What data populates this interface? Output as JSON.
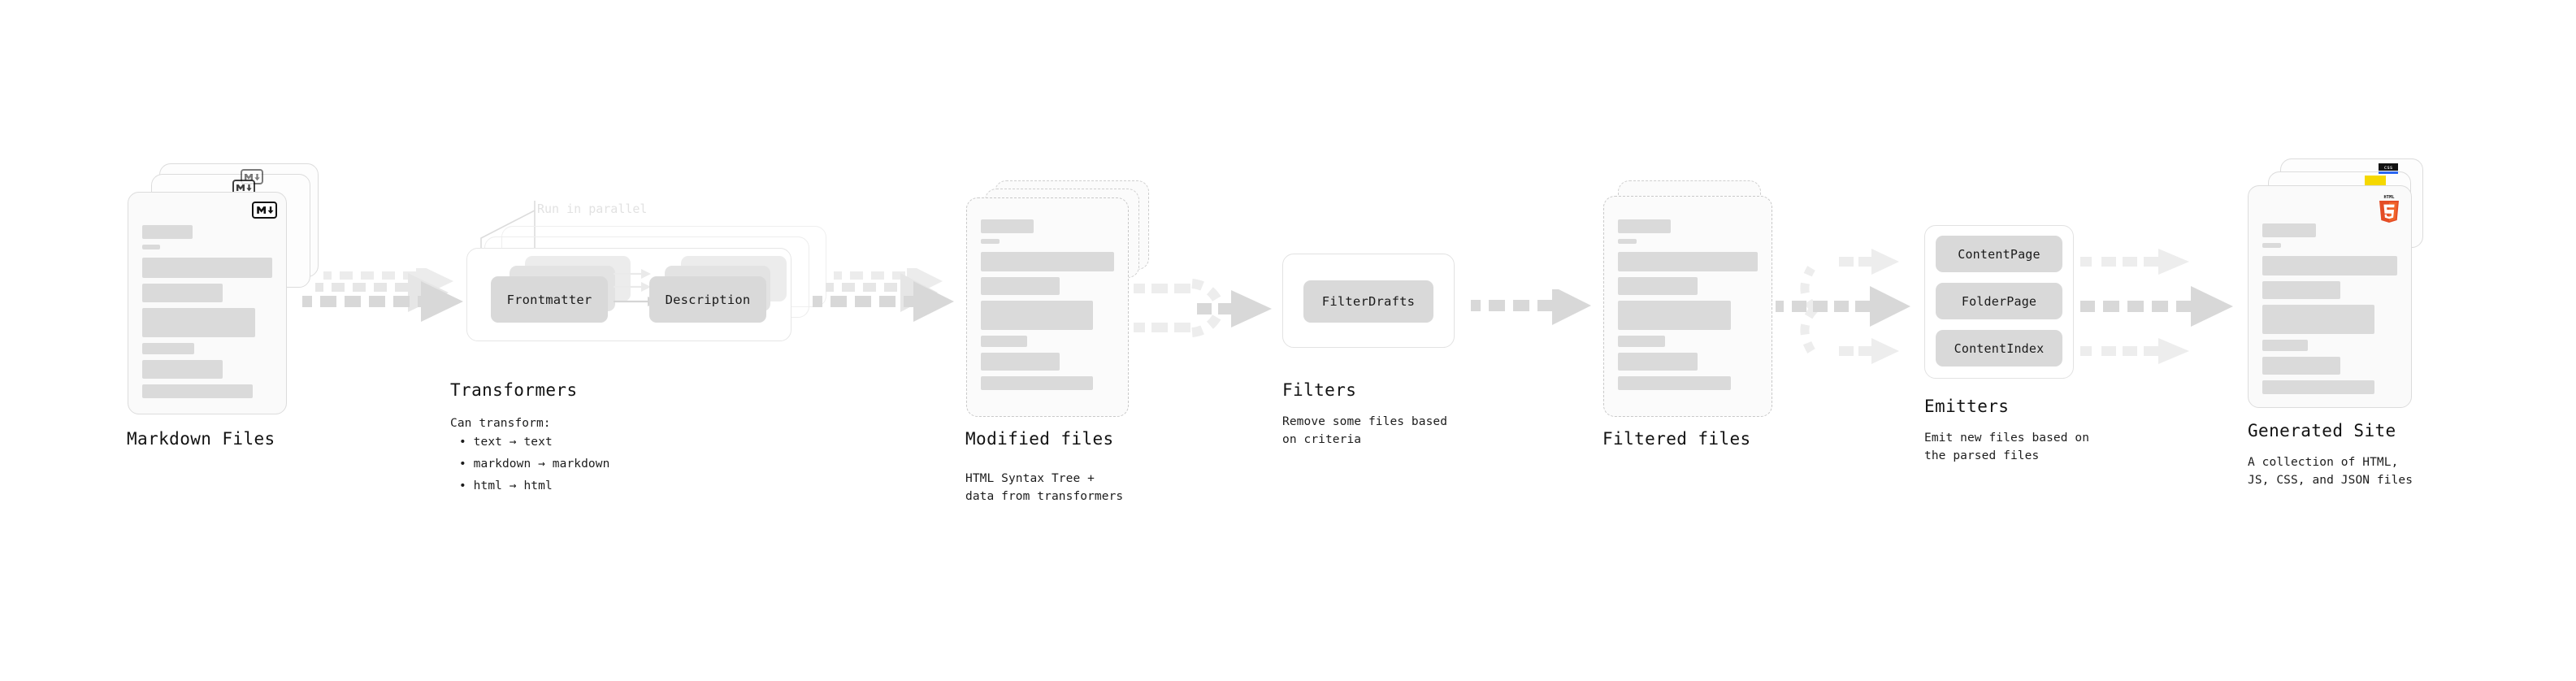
{
  "diagram": {
    "title": "Quartz build pipeline",
    "background": "#ffffff",
    "accents": {
      "bar": "#dadada",
      "card_border": "#dcdcdc",
      "pill": "#d9d9d9",
      "arrow": "#d8d8d8",
      "text": "#121212",
      "ghost_text": "#e2e2e2",
      "css_blue": "#2965f1",
      "js_yellow": "#f5d800",
      "html_orange": "#e44d26"
    }
  },
  "stages": [
    {
      "id": "markdown-files",
      "caption": "Markdown Files",
      "subcaption": "",
      "icon": "markdown-badge"
    },
    {
      "id": "transformers",
      "caption": "Transformers",
      "subcaption": "Can transform:\n • text → text\n • markdown → markdown\n • html → html",
      "note": "Run in parallel",
      "pills": [
        "Frontmatter",
        "Description"
      ]
    },
    {
      "id": "modified-files",
      "caption": "Modified files",
      "subcaption": "HTML Syntax Tree +\ndata from transformers"
    },
    {
      "id": "filters",
      "caption": "Filters",
      "subcaption": "Remove some files based\non criteria",
      "pills": [
        "FilterDrafts"
      ]
    },
    {
      "id": "filtered-files",
      "caption": "Filtered files",
      "subcaption": ""
    },
    {
      "id": "emitters",
      "caption": "Emitters",
      "subcaption": "Emit new files based on\nthe parsed files",
      "pills": [
        "ContentPage",
        "FolderPage",
        "ContentIndex"
      ]
    },
    {
      "id": "generated-site",
      "caption": "Generated Site",
      "subcaption": "A collection of HTML,\nJS, CSS, and JSON files",
      "icons": [
        "css-badge",
        "js-badge",
        "html5-badge"
      ]
    }
  ],
  "transformers": {
    "note": "Run in parallel",
    "pill_frontmatter": "Frontmatter",
    "pill_description": "Description",
    "caption": "Transformers",
    "bullets_header": "Can transform:",
    "bullets": [
      "• text → text",
      "• markdown → markdown",
      "• html → html"
    ]
  },
  "filters": {
    "pill_filterdrafts": "FilterDrafts",
    "caption": "Filters",
    "subcaption": "Remove some files based\non criteria"
  },
  "emitters": {
    "pill_contentpage": "ContentPage",
    "pill_folderpage": "FolderPage",
    "pill_contentindex": "ContentIndex",
    "caption": "Emitters",
    "subcaption": "Emit new files based on\nthe parsed files"
  },
  "markdown_files": {
    "caption": "Markdown Files"
  },
  "modified_files": {
    "caption": "Modified files",
    "subcaption": "HTML Syntax Tree +\ndata from transformers"
  },
  "filtered_files": {
    "caption": "Filtered files"
  },
  "generated_site": {
    "caption": "Generated Site",
    "subcaption": "A collection of HTML,\nJS, CSS, and JSON files"
  },
  "icons": {
    "markdown": "markdown-icon",
    "css": "css3-icon",
    "js": "javascript-icon",
    "html5": "html5-icon"
  }
}
